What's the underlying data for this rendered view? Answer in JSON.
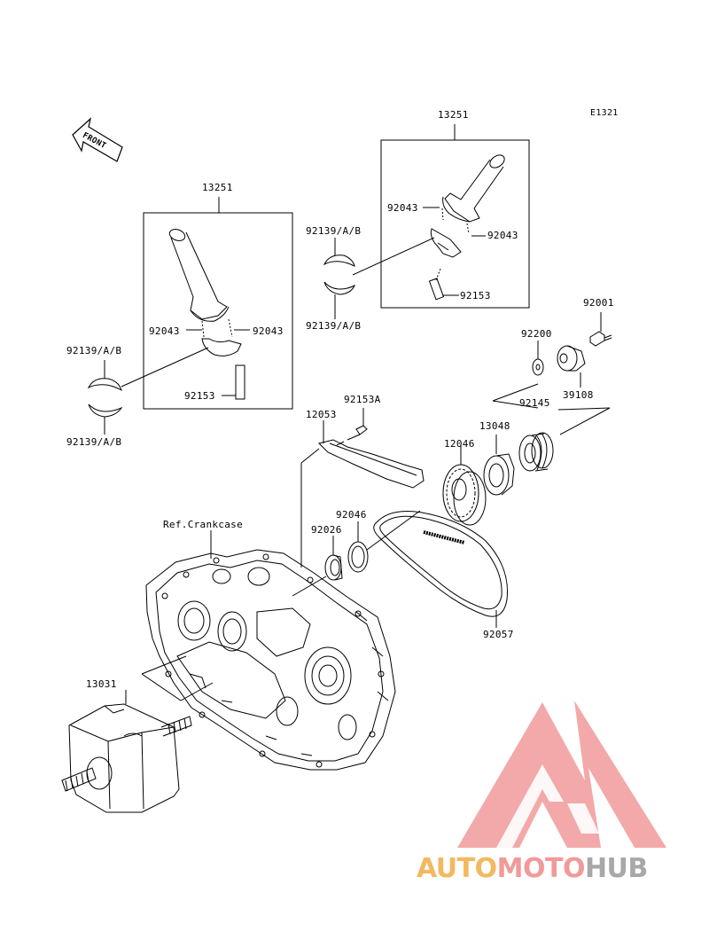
{
  "diagram_code": "E1321",
  "front_arrow_label": "FRONT",
  "ref_label": "Ref.Crankcase",
  "parts": {
    "rod_assy_right": "13251",
    "rod_assy_left": "13251",
    "bolt_top_left": "92043",
    "bolt_top_right": "92043",
    "bolt_left_left": "92043",
    "bolt_left_right": "92043",
    "nut_top": "92153",
    "nut_left": "92153",
    "bearing_mid_upper": "92139/A/B",
    "bearing_mid_lower": "92139/A/B",
    "bearing_left_upper": "92139/A/B",
    "bearing_left_lower": "92139/A/B",
    "bolt_92001": "92001",
    "washer_92200": "92200",
    "damper_39108": "39108",
    "spring_92145": "92145",
    "guide_12053": "12053",
    "bolt_92153a": "92153A",
    "gear_12046": "12046",
    "hub_13048": "13048",
    "ring_92046": "92046",
    "seal_92026": "92026",
    "chain_92057": "92057",
    "crank_13031": "13031"
  },
  "watermark": {
    "auto": "AUTO",
    "moto": "MOTO",
    "hub": "HUB"
  },
  "colors": {
    "line": "#000000",
    "logo_pink": "#f19a9a",
    "logo_orange": "#f4b860",
    "logo_gray": "#a8a8a8"
  }
}
